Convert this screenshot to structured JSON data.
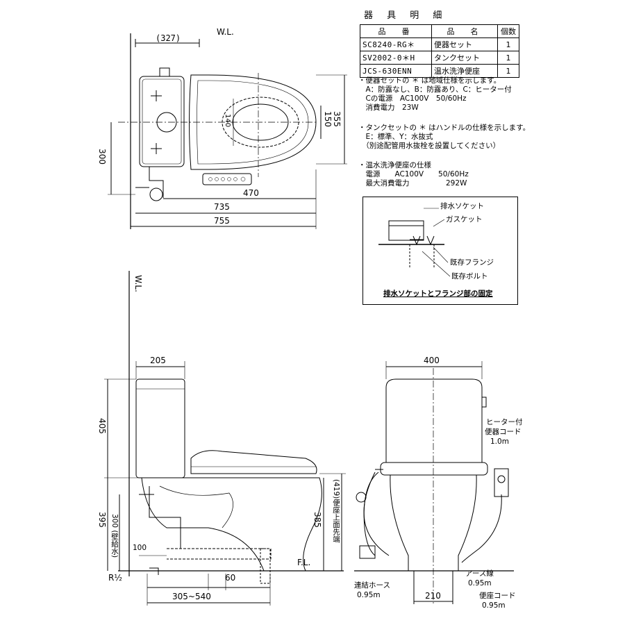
{
  "parts_table": {
    "title": "器 具 明 細",
    "headers": [
      "品　番",
      "品　名",
      "個数"
    ],
    "rows": [
      {
        "code": "SC8240-RG＊",
        "name": "便器セット",
        "qty": "1"
      },
      {
        "code": "SV2002-0＊H",
        "name": "タンクセット",
        "qty": "1"
      },
      {
        "code": "JCS-630ENN",
        "name": "温水洗浄便座",
        "qty": "1"
      }
    ]
  },
  "notes": {
    "bowl": [
      "・便器セットの ＊ は地域仕様を示します。",
      "　A：防露なし、B：防露あり、C：ヒーター付",
      "　Cの電源　AC100V　50/60Hz",
      "　消費電力　23W"
    ],
    "tank": [
      "・タンクセットの ＊ はハンドルの仕様を示します。",
      "　E：標準、Y：水抜式",
      "　（別途配管用水抜栓を設置してください）"
    ],
    "seat": [
      "・温水洗浄便座の仕様",
      "　電源　　AC100V　　50/60Hz",
      "　最大消費電力　　　　　292W"
    ]
  },
  "detail_box": {
    "label_socket": "排水ソケット",
    "label_gasket": "ガスケット",
    "label_flange": "既存フランジ",
    "label_bolt": "既存ボルト",
    "caption": "排水ソケットとフランジ部の固定"
  },
  "plan_view": {
    "wl": "W.L.",
    "dim_327": "(327)",
    "dim_300": "300",
    "dim_140": "140",
    "dim_150": "150",
    "dim_355": "355",
    "dim_470": "470",
    "dim_735": "735",
    "dim_755": "755"
  },
  "side_view": {
    "wl": "W.L.",
    "dim_205": "205",
    "dim_405": "405",
    "dim_395": "395",
    "dim_300_wall": "300 (壁給水)",
    "dim_385": "385",
    "dim_419": "(419)便座上面先端",
    "dim_100": "100",
    "dim_60": "60",
    "dim_range": "305~540",
    "pipe": "R½",
    "fl": "F.L."
  },
  "front_view": {
    "dim_400": "400",
    "dim_210": "210",
    "heater_label": [
      "ヒーター付",
      "便器コード",
      "1.0m"
    ],
    "hose_label": [
      "連結ホース",
      "0.95m"
    ],
    "earth_label": [
      "アース線",
      "0.95m"
    ],
    "seat_cord_label": [
      "便座コード",
      "0.95m"
    ]
  }
}
